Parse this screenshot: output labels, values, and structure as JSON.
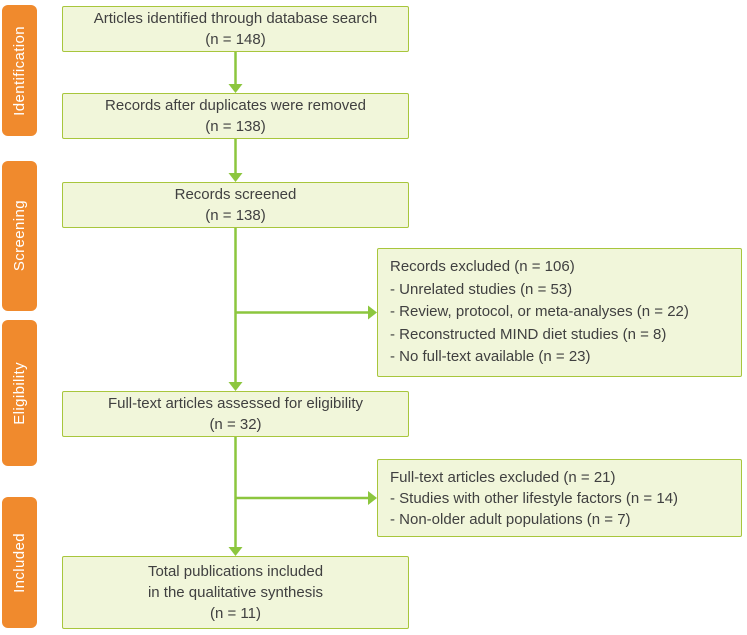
{
  "colors": {
    "stage_bg": "#f08a2d",
    "stage_text": "#ffffff",
    "box_bg": "#f1f6da",
    "box_border": "#a8c63c",
    "arrow": "#8cc63e",
    "text": "#404040"
  },
  "stages": [
    {
      "label": "Identification"
    },
    {
      "label": "Screening"
    },
    {
      "label": "Eligibility"
    },
    {
      "label": "Included"
    }
  ],
  "flow_boxes": [
    {
      "lines": [
        "Articles identified through database search",
        "(n = 148)"
      ]
    },
    {
      "lines": [
        "Records after duplicates were removed",
        "(n = 138)"
      ]
    },
    {
      "lines": [
        "Records screened",
        "(n = 138)"
      ]
    },
    {
      "lines": [
        "Full-text articles assessed for eligibility",
        "(n = 32)"
      ]
    },
    {
      "lines": [
        "Total publications included",
        "in the qualitative synthesis",
        "(n = 11)"
      ]
    }
  ],
  "exclusion_boxes": [
    {
      "title": "Records excluded (n = 106)",
      "items": [
        "- Unrelated studies (n = 53)",
        "- Review, protocol, or meta-analyses (n = 22)",
        "- Reconstructed MIND diet studies (n = 8)",
        "- No full-text available (n = 23)"
      ]
    },
    {
      "title": "Full-text articles excluded (n = 21)",
      "items": [
        "- Studies with other lifestyle factors (n = 14)",
        "- Non-older adult populations (n = 7)"
      ]
    }
  ]
}
